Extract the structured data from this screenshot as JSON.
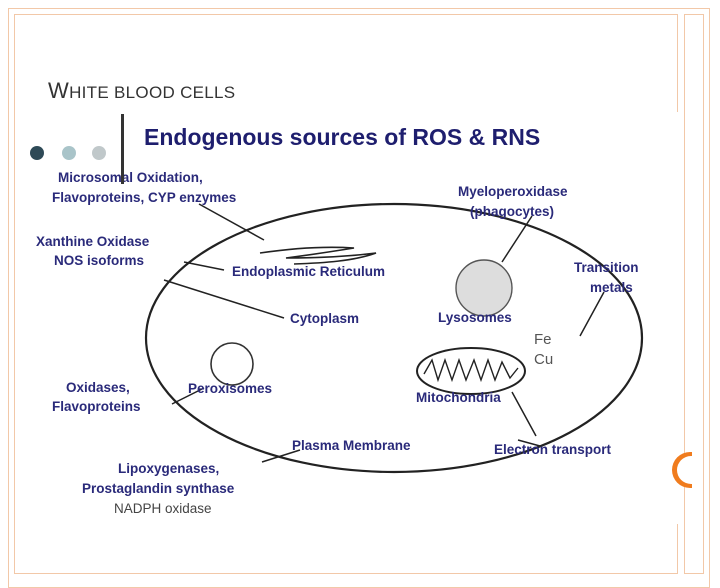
{
  "slide": {
    "title_first": "W",
    "title_rest": "HITE BLOOD CELLS"
  },
  "diagram": {
    "heading": "Endogenous sources of ROS & RNS",
    "sources": {
      "microsomal_line1": "Microsomal Oxidation,",
      "microsomal_line2": "Flavoproteins, CYP enzymes",
      "xanthine_line1": "Xanthine Oxidase",
      "xanthine_line2": "NOS isoforms",
      "oxidases_line1": "Oxidases,",
      "oxidases_line2": "Flavoproteins",
      "lipox_line1": "Lipoxygenases,",
      "lipox_line2": "Prostaglandin synthase",
      "lipox_line3": "NADPH oxidase",
      "myelo_line1": "Myeloperoxidase",
      "myelo_line2": "(phagocytes)",
      "transition_line1": "Transition",
      "transition_line2": "metals",
      "electron": "Electron transport"
    },
    "organelles": {
      "er": "Endoplasmic Reticulum",
      "cytoplasm": "Cytoplasm",
      "lysosomes": "Lysosomes",
      "peroxisomes": "Peroxisomes",
      "mitochondria": "Mitochondria",
      "plasma_membrane": "Plasma Membrane"
    },
    "metals": {
      "fe": "Fe",
      "cu": "Cu"
    }
  },
  "colors": {
    "accent_orange": "#f07c1e",
    "frame": "#f2c8a8",
    "label_navy": "#2a2a7a"
  }
}
